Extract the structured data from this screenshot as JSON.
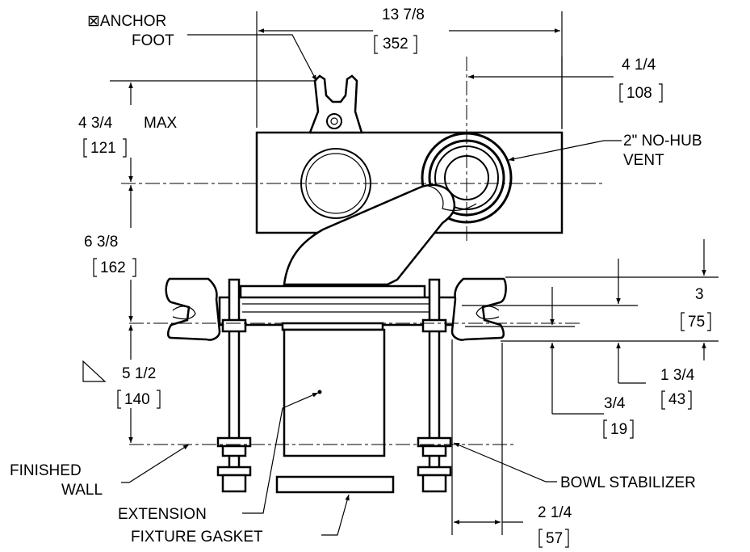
{
  "labels": {
    "anchor_foot_1": "⊠ANCHOR",
    "anchor_foot_2": "FOOT",
    "vent_1": "2\" NO-HUB",
    "vent_2": "VENT",
    "finished_wall_1": "FINISHED",
    "finished_wall_2": "WALL",
    "extension": "EXTENSION",
    "fixture_gasket": "FIXTURE GASKET",
    "bowl_stabilizer": "BOWL STABILIZER"
  },
  "dimensions": {
    "overall_width": "13 7/8",
    "overall_width_mm": "352",
    "vent_offset": "4 1/4",
    "vent_offset_mm": "108",
    "top_height": "4 3/4",
    "top_height_max": "MAX",
    "top_height_mm": "121",
    "mid_height": "6 3/8",
    "mid_height_mm": "162",
    "lower_height": "5 1/2",
    "lower_height_mm": "140",
    "flange_3": "3",
    "flange_3_mm": "75",
    "flange_134": "1 3/4",
    "flange_134_mm": "43",
    "flange_34": "3/4",
    "flange_34_mm": "19",
    "foot_offset": "2 1/4",
    "foot_offset_mm": "57"
  }
}
